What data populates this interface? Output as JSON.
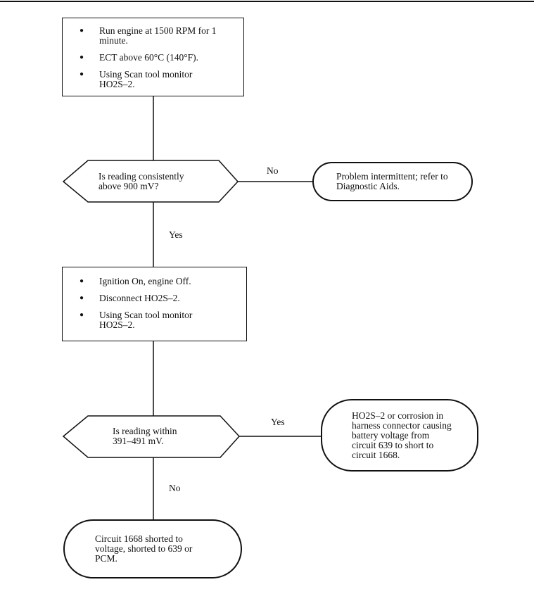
{
  "step1": {
    "items": [
      "Run engine at 1500 RPM for 1 minute.",
      "ECT above 60°C (140°F).",
      "Using Scan tool monitor HO2S–2."
    ]
  },
  "decision1": {
    "text": "Is reading consistently above 900 mV?"
  },
  "decision1_no_label": "No",
  "decision1_yes_label": "Yes",
  "result_intermittent": "Problem intermittent; refer to Diagnostic Aids.",
  "step2": {
    "items": [
      "Ignition On, engine Off.",
      "Disconnect HO2S–2.",
      "Using Scan tool monitor HO2S–2."
    ]
  },
  "decision2": {
    "text": "Is reading within 391–491 mV."
  },
  "decision2_yes_label": "Yes",
  "decision2_no_label": "No",
  "result_corrosion": "HO2S–2 or corrosion in harness connector causing battery voltage from circuit 639 to short to circuit 1668.",
  "result_short": "Circuit 1668 shorted to voltage, shorted to 639 or PCM."
}
